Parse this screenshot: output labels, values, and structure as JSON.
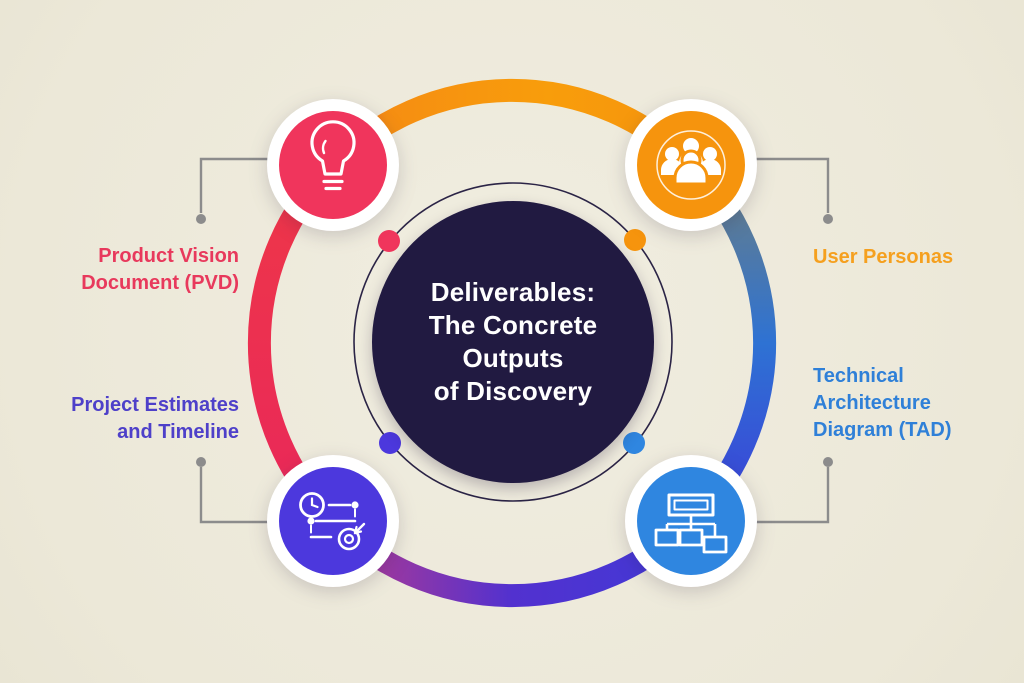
{
  "background_color": "#EDE9DB",
  "center": {
    "title_lines": [
      "Deliverables:",
      "The Concrete",
      "Outputs",
      "of Discovery"
    ],
    "circle_color": "#211A41",
    "text_color": "#FFFFFF",
    "outline_color": "#2B2446"
  },
  "nodes": [
    {
      "name": "product-vision-document",
      "label": "Product Vision\nDocument (PVD)",
      "color": "#F0355C",
      "label_color": "#E8395C",
      "icon": "lightbulb-icon",
      "position": "top-left"
    },
    {
      "name": "user-personas",
      "label": "User Personas",
      "color": "#F6940D",
      "label_color": "#F5A01F",
      "icon": "team-icon",
      "position": "top-right"
    },
    {
      "name": "project-estimates-and-timeline",
      "label": "Project Estimates\nand Timeline",
      "color": "#4C38DD",
      "label_color": "#4E40C9",
      "icon": "timeline-icon",
      "position": "bottom-left"
    },
    {
      "name": "technical-architecture-diagram",
      "label": "Technical\nArchitecture\nDiagram (TAD)",
      "color": "#2F86E0",
      "label_color": "#2F80D8",
      "icon": "sitemap-icon",
      "position": "bottom-right"
    }
  ],
  "ring": {
    "top_color": "#F7980F",
    "right_colors": [
      "#5E7C94",
      "#2E72D3",
      "#3C3FD9"
    ],
    "bottom_colors": [
      "#4239D6",
      "#B43A94"
    ],
    "left_color": "#EC2A54"
  },
  "connector": {
    "color": "#8C8C8C"
  }
}
